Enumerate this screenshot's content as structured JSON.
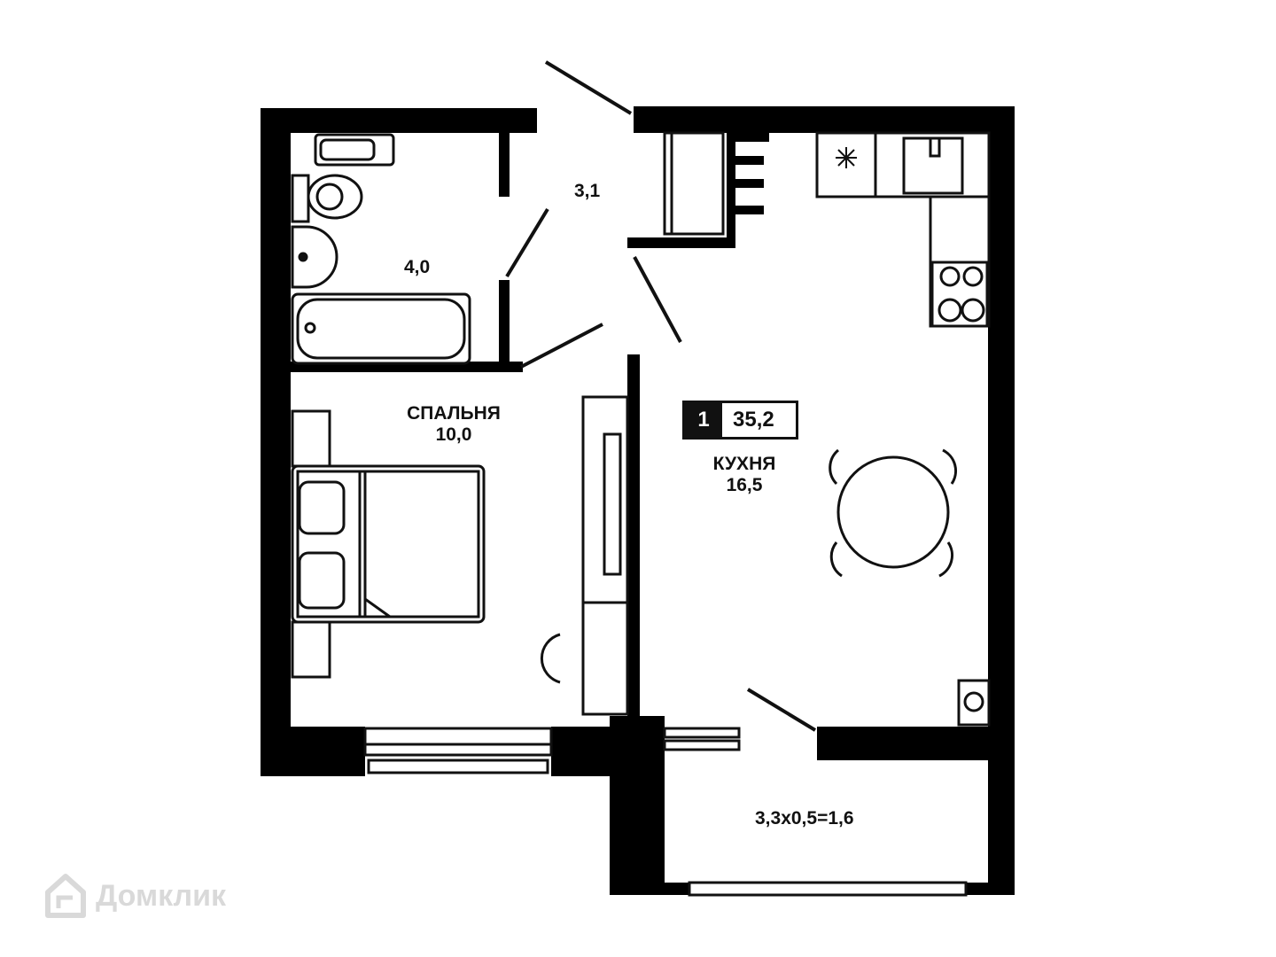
{
  "apartment": {
    "rooms_count": "1",
    "total_area": "35,2"
  },
  "rooms": {
    "bathroom": {
      "area": "4,0"
    },
    "hallway": {
      "area": "3,1"
    },
    "bedroom": {
      "name": "СПАЛЬНЯ",
      "area": "10,0"
    },
    "kitchen": {
      "name": "КУХНЯ",
      "area": "16,5"
    },
    "balcony": {
      "area": "3,3х0,5=1,6"
    }
  },
  "watermark": {
    "text": "Домклик",
    "icon": "domclick-house-icon"
  },
  "colors": {
    "wall": "#000000",
    "line": "#1a1a1a",
    "background": "#ffffff",
    "watermark": "#d9d9d9"
  }
}
